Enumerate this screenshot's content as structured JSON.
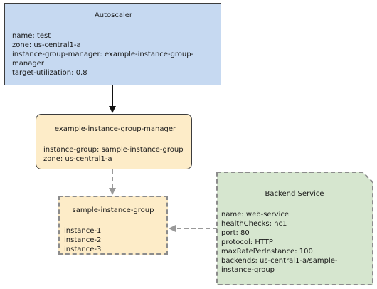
{
  "autoscaler": {
    "title": "Autoscaler",
    "props": [
      "name: test",
      "zone: us-central1-a",
      "instance-group-manager: example-instance-group-manager",
      "target-utilization: 0.8"
    ]
  },
  "igm": {
    "title": "example-instance-group-manager",
    "props": [
      "instance-group: sample-instance-group",
      "zone: us-central1-a"
    ]
  },
  "ig": {
    "title": "sample-instance-group",
    "props": [
      "instance-1",
      "instance-2",
      "instance-3"
    ]
  },
  "backend": {
    "title": "Backend Service",
    "props": [
      "name: web-service",
      "healthChecks: hc1",
      "port: 80",
      "protocol: HTTP",
      "maxRatePerInstance: 100",
      "backends: us-central1-a/sample-instance-group"
    ]
  },
  "colors": {
    "autoscaler_fill": "#c6d9f1",
    "group_fill": "#fdecc8",
    "backend_fill": "#d6e6cf",
    "solid_border": "#3c3c3c",
    "dashed_border": "#8c8c8c"
  }
}
